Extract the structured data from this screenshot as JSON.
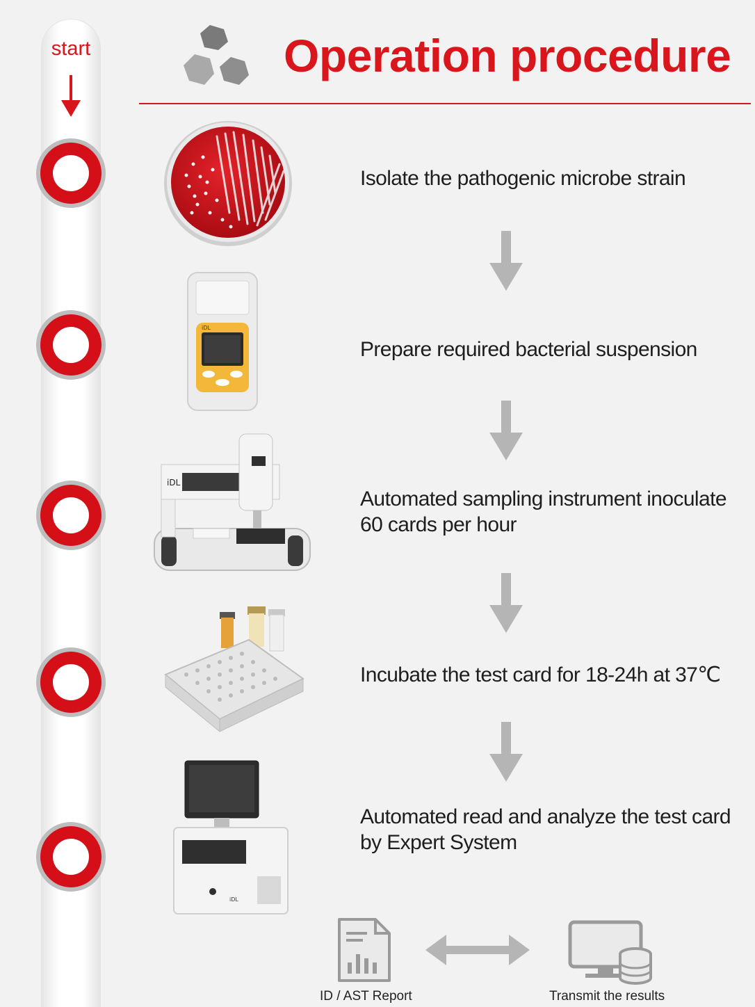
{
  "header": {
    "start_label": "start",
    "title": "Operation procedure"
  },
  "colors": {
    "accent": "#d8161b",
    "arrow": "#b5b5b5",
    "background": "#f2f2f2"
  },
  "icons": {
    "logo": "hexagon-cluster-icon",
    "step_marker": "red-ring-icon",
    "flow": "arrow-down-icon",
    "report": "report-document-icon",
    "exchange": "double-arrow-icon",
    "transmit": "computer-database-icon"
  },
  "steps": [
    {
      "text": "Isolate the pathogenic microbe strain",
      "image": "petri-dish"
    },
    {
      "text": "Prepare required bacterial suspension",
      "image": "turbidimeter"
    },
    {
      "text": "Automated sampling instrument inoculate 60 cards per hour",
      "image": "sampling-instrument"
    },
    {
      "text": "Incubate the test card for 18-24h at 37℃",
      "image": "test-card-plate"
    },
    {
      "text": "Automated read and analyze the test card by Expert System",
      "image": "analyzer"
    }
  ],
  "outputs": {
    "report_label": "ID / AST Report",
    "transmit_label": "Transmit the results"
  }
}
